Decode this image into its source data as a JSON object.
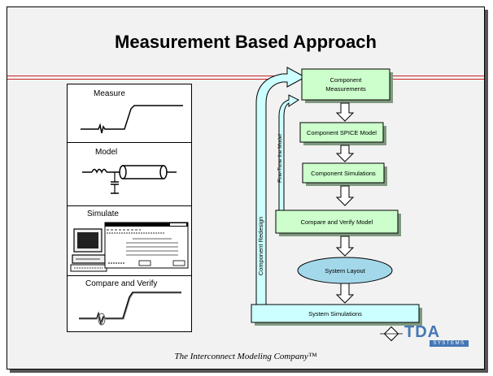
{
  "slide": {
    "title": "Measurement Based Approach",
    "tagline": "The Interconnect Modeling Company™",
    "logo_main": "TDA",
    "logo_sub": "SYSTEMS"
  },
  "panels": [
    {
      "label": "Measure"
    },
    {
      "label": "Model"
    },
    {
      "label": "Simulate"
    },
    {
      "label": "Compare and Verify"
    }
  ],
  "flow": {
    "component_measurements_1": "Component",
    "component_measurements_2": "Measurements",
    "spice_model": "Component SPICE Model",
    "simulations": "Component Simulations",
    "compare_verify": "Compare and Verify Model",
    "system_layout": "System Layout",
    "system_simulations": "System Simulations",
    "fine_tune": "Fine-Tune the Model",
    "redesign": "Component Redesign"
  },
  "colors": {
    "box_fill": "#ccffcc",
    "box_dark": "#7f997f",
    "arrow_fill": "#ccffff",
    "ellipse_fill": "#a3d8ea",
    "rule": "#cc2222",
    "logo": "#4477b5"
  }
}
